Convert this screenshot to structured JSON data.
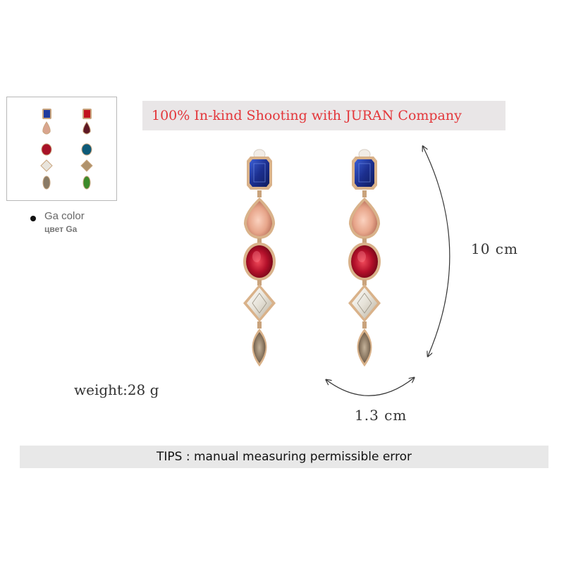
{
  "banner": {
    "text": "100% In-kind Shooting with JURAN Company"
  },
  "color_options": [
    {
      "name": "Ga color",
      "name_ru": "цвет Ga",
      "selected": true
    }
  ],
  "measurements": {
    "length": "10 cm",
    "width": "1.3 cm",
    "weight": "weight:28 g"
  },
  "tips": "TIPS : manual measuring permissible error",
  "colors": {
    "banner_bg": "#e9e6e7",
    "banner_text": "#e3363a",
    "tips_bg": "#e8e8e8",
    "gem_blue": "#1c2f8f",
    "gem_peach": "#e7a58a",
    "gem_red": "#b3102a",
    "gem_clear": "#e6e2d8",
    "gem_smoky": "#8b7862",
    "gold_setting": "#d9b28a"
  }
}
